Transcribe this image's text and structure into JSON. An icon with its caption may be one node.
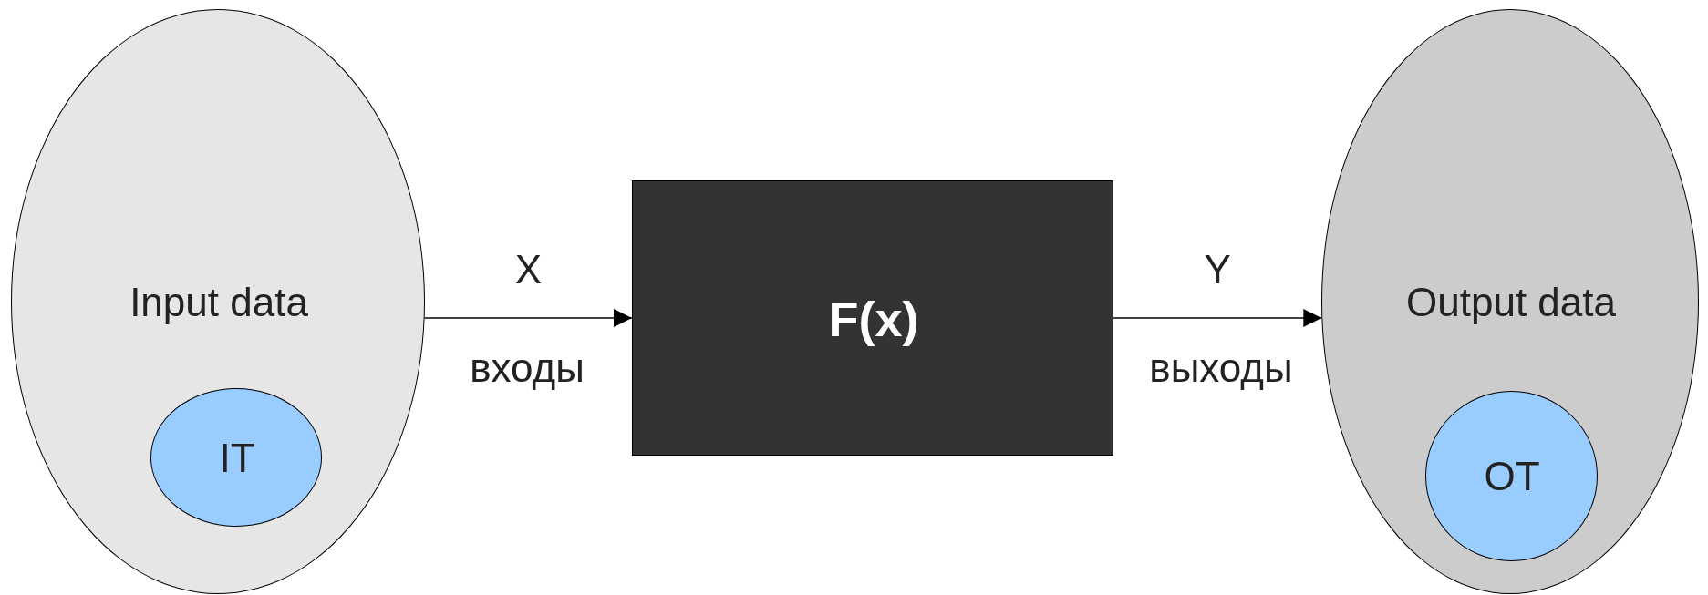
{
  "diagram": {
    "nodes": [
      {
        "text": [
          "Input data"
        ]
      },
      {
        "text": [
          "IT"
        ],
        "in": 0
      },
      {
        "text": [
          "F(x)"
        ]
      },
      {
        "text": [
          "Output data"
        ]
      },
      {
        "text": [
          "OT"
        ],
        "in": 3
      }
    ],
    "edges": [
      {
        "from": 0,
        "to": 2,
        "arrow": "to",
        "label": "X"
      },
      {
        "from": 2,
        "to": 3,
        "arrow": "to",
        "label": "Y"
      }
    ],
    "labels": [
      "входы",
      "выходы"
    ]
  }
}
